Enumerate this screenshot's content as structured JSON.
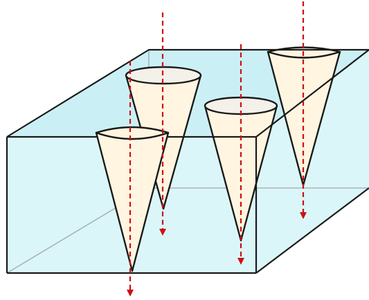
{
  "diagram": {
    "colors": {
      "block_fill": "#d8f5f8",
      "block_top": "#c6eff5",
      "block_edge": "#1a1a1a",
      "hidden_edge": "#a9b4b8",
      "cone_fill": "#fff5e0",
      "cone_mouth": "#f4f0ea",
      "cone_edge": "#1a1a1a",
      "arrow": "#cc1111"
    },
    "elements": {
      "block": "translucent-box",
      "cones": [
        "cone-front-left",
        "cone-back-left",
        "cone-middle",
        "cone-back-right"
      ],
      "arrows": [
        "arrow-1",
        "arrow-2",
        "arrow-3",
        "arrow-4"
      ]
    }
  }
}
